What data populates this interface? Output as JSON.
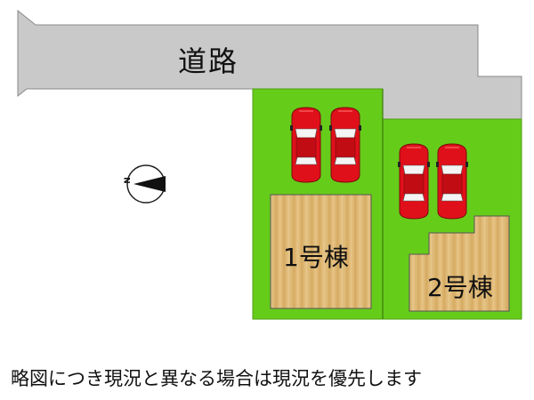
{
  "road": {
    "label": "道路",
    "color": "#c9c9c9"
  },
  "lots": {
    "color": "#66cc1a",
    "border": "#4e9e12"
  },
  "buildings": [
    {
      "label": "1号棟",
      "icon": "wood-floor"
    },
    {
      "label": "2号棟",
      "icon": "wood-floor"
    }
  ],
  "parking": {
    "car_count": 4,
    "car_color": "#e0101a",
    "icon": "car-icon"
  },
  "compass": {
    "label": "N",
    "icon": "north-arrow-icon"
  },
  "note": "略図につき現況と異なる場合は現況を優先します"
}
